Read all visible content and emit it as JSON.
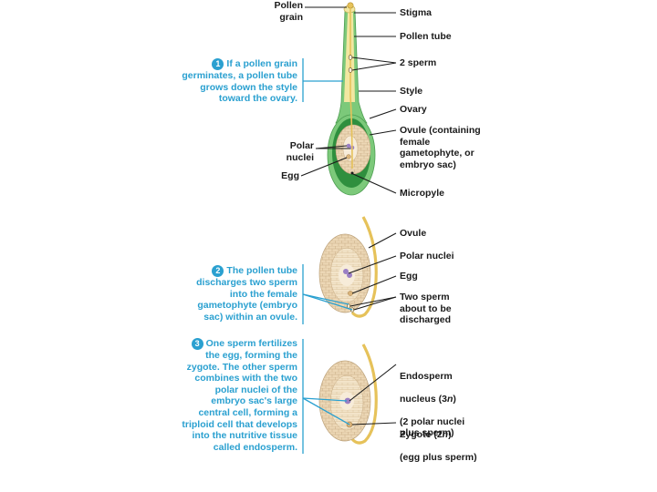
{
  "labels": {
    "pollen_grain": "Pollen\ngrain",
    "stigma": "Stigma",
    "pollen_tube": "Pollen tube",
    "two_sperm": "2 sperm",
    "style": "Style",
    "ovary": "Ovary",
    "ovule_containing": "Ovule (containing\nfemale\ngametophyte, or\nembryo sac)",
    "polar_nuclei_1": "Polar\nnuclei",
    "egg_1": "Egg",
    "micropyle": "Micropyle",
    "ovule": "Ovule",
    "polar_nuclei_2": "Polar nuclei",
    "egg_2": "Egg",
    "two_sperm_discharged": "Two sperm\nabout to be\ndischarged",
    "endosperm_line1": "Endosperm",
    "endosperm_line2a": "nucleus (3",
    "endosperm_n": "n",
    "endosperm_line2b": ")",
    "endosperm_rest": "(2 polar nuclei\nplus sperm)",
    "zygote_a": "Zygote (2",
    "zygote_n": "n",
    "zygote_b": ")",
    "zygote_rest": "(egg plus sperm)"
  },
  "steps": [
    {
      "number": "1",
      "text": "If a pollen grain\ngerminates, a pollen tube\ngrows down the style\ntoward the ovary."
    },
    {
      "number": "2",
      "text": "The pollen tube\ndischarges two sperm\ninto the female\ngametophyte (embryo\nsac) within an ovule."
    },
    {
      "number": "3",
      "text": "One sperm fertilizes\nthe egg, forming the\nzygote. The other sperm\ncombines with the two\npolar nuclei of the\nembryo sac's large\ncentral cell, forming a\ntriploid cell that develops\ninto the nutritive tissue\ncalled endosperm."
    }
  ],
  "colors": {
    "step_blue": "#2aa0d0",
    "pistil_green": "#7cc97a",
    "ovary_dark_green": "#2f8f3e",
    "style_yellow": "#f2e7a1",
    "pollen_tube_gold": "#e6c25a",
    "ovule_tan": "#ecd7b5",
    "embryo_sac": "#f7ecd9",
    "nucleus_purple": "#9a7fc4"
  }
}
